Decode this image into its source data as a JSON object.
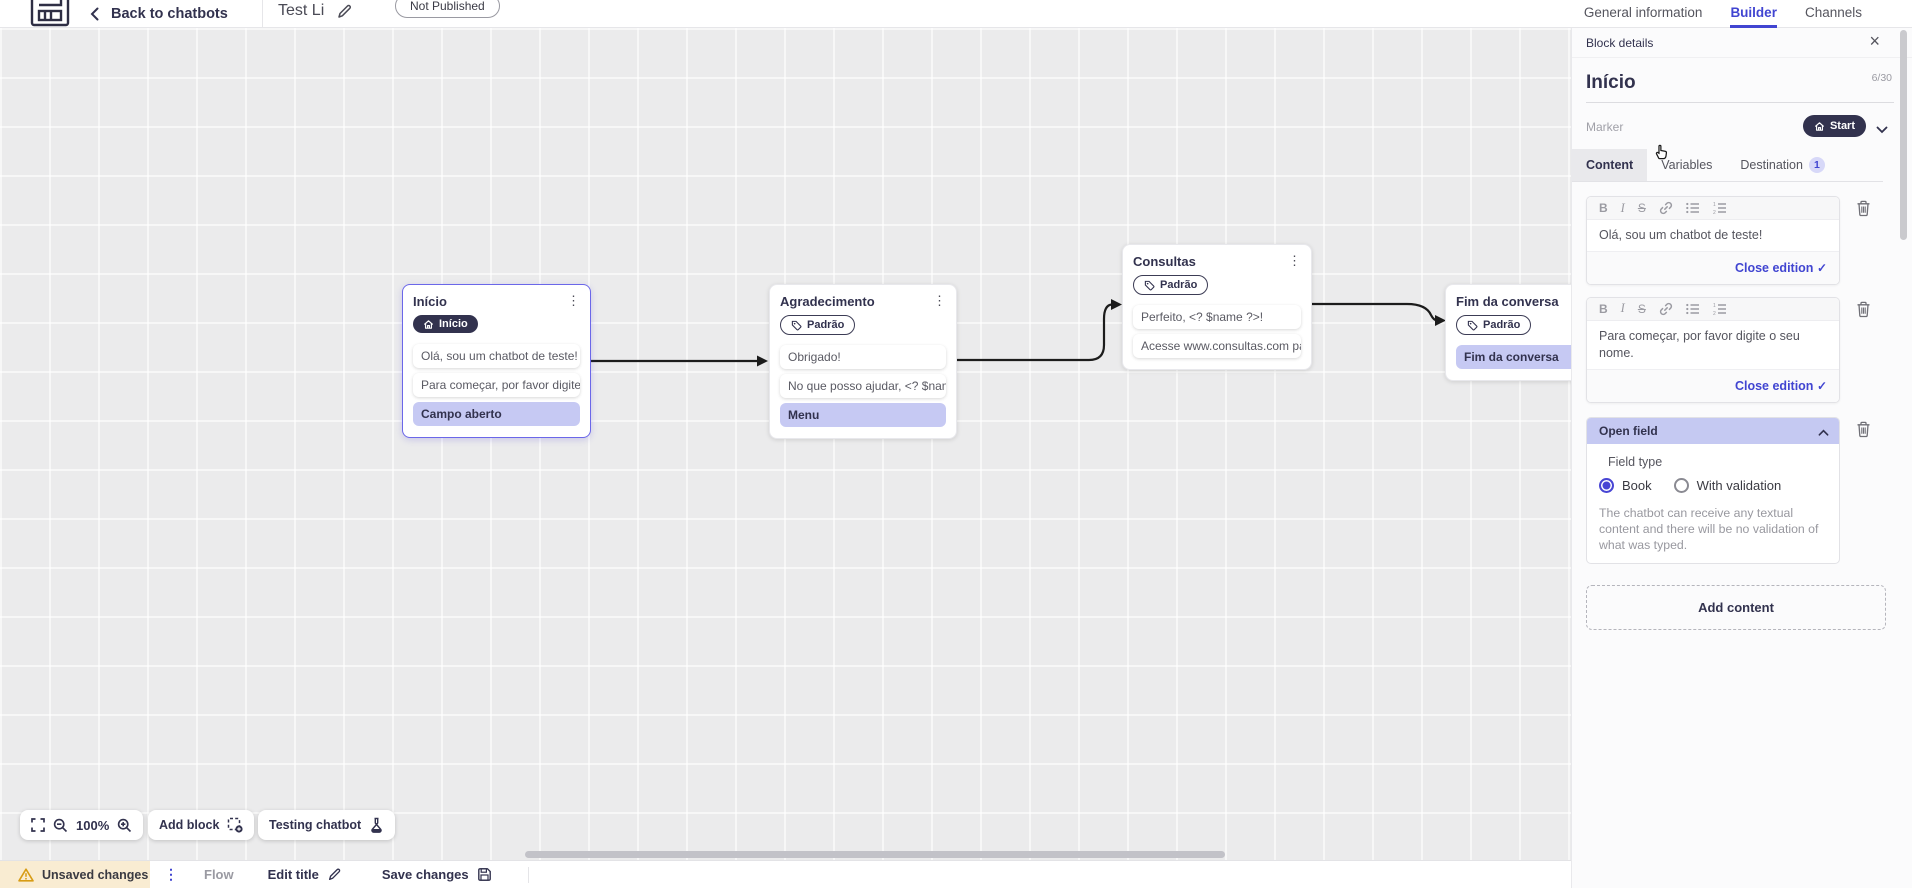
{
  "topbar": {
    "back_label": "Back to chatbots",
    "title": "Test Li",
    "status": "Not Published",
    "tabs": [
      {
        "label": "General information"
      },
      {
        "label": "Builder"
      },
      {
        "label": "Channels"
      }
    ]
  },
  "panel": {
    "header": "Block details",
    "block_name": "Início",
    "counter": "6/30",
    "marker_label": "Marker",
    "marker_value": "Start",
    "tabs": [
      {
        "label": "Content"
      },
      {
        "label": "Variables"
      },
      {
        "label": "Destination"
      }
    ],
    "destination_count": "1",
    "editors": [
      {
        "text": "Olá, sou um chatbot de teste!",
        "action": "Close edition"
      },
      {
        "text": "Para começar, por favor digite o seu nome.",
        "action": "Close edition"
      }
    ],
    "open_field": {
      "title": "Open field",
      "field_type_label": "Field type",
      "options": [
        {
          "label": "Book",
          "selected": true
        },
        {
          "label": "With validation",
          "selected": false
        }
      ],
      "help": "The chatbot can receive any textual content and there will be no validation of what was typed."
    },
    "add_content_label": "Add content"
  },
  "canvas": {
    "blocks": [
      {
        "title": "Início",
        "badge": "Início",
        "items": [
          {
            "t": "Olá, sou um chatbot de teste!"
          },
          {
            "t": "Para começar, por favor digite o ..."
          },
          {
            "t": "Campo aberto"
          }
        ]
      },
      {
        "title": "Agradecimento",
        "badge": "Padrão",
        "items": [
          {
            "t": "Obrigado!"
          },
          {
            "t": "No que posso ajudar, <? $name ..."
          },
          {
            "t": "Menu"
          }
        ]
      },
      {
        "title": "Consultas",
        "badge": "Padrão",
        "items": [
          {
            "t": "Perfeito, <? $name ?>!"
          },
          {
            "t": "Acesse www.consultas.com par..."
          }
        ]
      },
      {
        "title": "Fim da conversa",
        "badge": "Padrão",
        "items": [
          {
            "t": "Fim da conversa"
          }
        ]
      }
    ]
  },
  "toolbar": {
    "zoom_level": "100%",
    "add_block_label": "Add block",
    "testing_label": "Testing chatbot"
  },
  "statusbar": {
    "unsaved_label": "Unsaved changes",
    "flow_label": "Flow",
    "edit_title_label": "Edit title",
    "save_label": "Save changes"
  },
  "colors": {
    "accent_blue": "#4145d1",
    "dark_navy": "#32324e",
    "highlight_purple": "#c6c9f3",
    "warning_bg": "#f9ecd2"
  }
}
